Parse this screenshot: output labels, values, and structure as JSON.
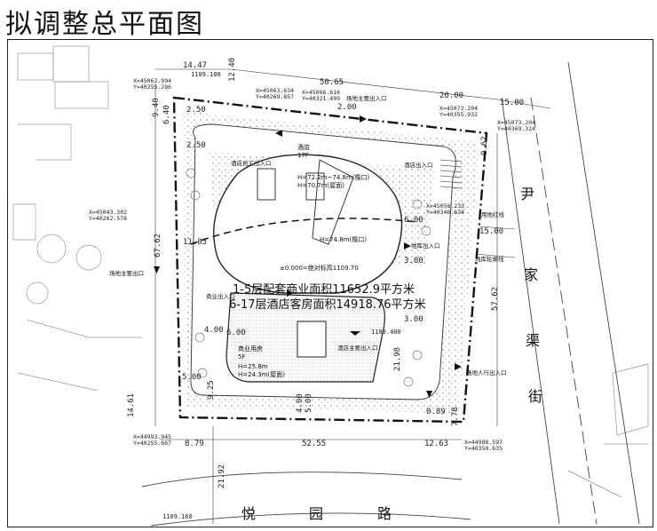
{
  "title": "拟调整总平面图",
  "area_text_1": "1-5层配套商业面积11652.9平方米",
  "area_text_2": "6-17层酒店客房面积14918.76平方米",
  "road_south": [
    "悦",
    "园",
    "路"
  ],
  "road_east": [
    "尹",
    "家",
    "渠",
    "街"
  ],
  "hotel": {
    "name": "酒店",
    "floors": "17F",
    "h1": "H=72.2m~74.8m(檐口)",
    "h2": "H=70.7m(屋面)",
    "h3": "H=74.8m(檐口)"
  },
  "commercial": {
    "name": "商业用房",
    "floors": "5F",
    "h1": "H=25.8m",
    "h2": "H=24.3m(屋面)"
  },
  "elevation_note": "±0.000=绝对标高1109.70",
  "labels": {
    "hotel_staff_entry": "酒店员工出入口",
    "hotel_entry": "酒店出入口",
    "site_entry_north": "场地主要出入口",
    "site_exit_west": "场地主要出口",
    "commercial_entry": "商业出入口",
    "hotel_main_entry": "酒店主要出入口",
    "underground_entry": "地库出入口",
    "setback_line": "用地红线",
    "basement_line": "地库轮廓线",
    "site_people_entry": "场地人行出入口"
  },
  "dimensions": [
    "14.47",
    "12.40",
    "50.65",
    "20.00",
    "15.00",
    "9.40",
    "6.40",
    "2.50",
    "2.50",
    "2.00",
    "11.83",
    "67.62",
    "57.62",
    "9.62",
    "15.00",
    "4.00",
    "5.00",
    "9.25",
    "6.00",
    "4.00",
    "5.00",
    "3.00",
    "6.00",
    "3.00",
    "21.98",
    "0.89",
    "7.78",
    "14.61",
    "8.79",
    "52.55",
    "12.63",
    "21.92"
  ],
  "coords": [
    {
      "x": "X=45062.994",
      "y": "Y=40255.286"
    },
    {
      "x": "X=45063.634",
      "y": "Y=40269.857"
    },
    {
      "x": "X=45066.616",
      "y": "Y=40321.499"
    },
    {
      "x": "X=45073.204",
      "y": "Y=40355.932"
    },
    {
      "x": "X=45073.204",
      "y": "Y=40369.324"
    },
    {
      "x": "X=45043.302",
      "y": "Y=40262.578"
    },
    {
      "x": "X=45056.233",
      "y": "Y=40346.634"
    },
    {
      "x": "X=44993.945",
      "y": "Y=40255.667"
    },
    {
      "x": "X=44988.597",
      "y": "Y=40350.635"
    }
  ],
  "elevations": [
    "1109.100",
    "1109.400",
    "1109.160"
  ],
  "colors": {
    "line": "#222222",
    "hatch": "#9a9a9a",
    "road": "#444444"
  }
}
